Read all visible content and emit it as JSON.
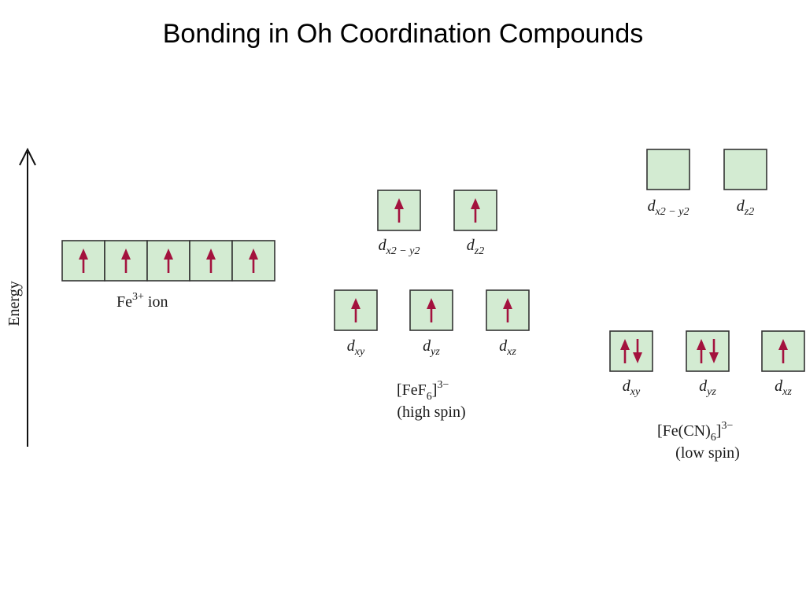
{
  "title": "Bonding in Oh Coordination Compounds",
  "axis_label": "Energy",
  "colors": {
    "box_fill": "#d3ebd2",
    "box_stroke": "#333333",
    "electron": "#a3123e"
  },
  "free_ion": {
    "label_base": "Fe",
    "label_sup": "3+",
    "label_rest": " ion",
    "orbitals": [
      {
        "electrons": "up"
      },
      {
        "electrons": "up"
      },
      {
        "electrons": "up"
      },
      {
        "electrons": "up"
      },
      {
        "electrons": "up"
      }
    ]
  },
  "high_spin": {
    "formula": "[FeF6]3−",
    "formula_main": "[FeF",
    "formula_sub": "6",
    "formula_close": "]",
    "formula_sup": "3−",
    "spin_label": "(high spin)",
    "eg": [
      {
        "label": "d",
        "sub": "x2 − y2",
        "electrons": "up"
      },
      {
        "label": "d",
        "sub": "z2",
        "electrons": "up"
      }
    ],
    "t2g": [
      {
        "label": "d",
        "sub": "xy",
        "electrons": "up"
      },
      {
        "label": "d",
        "sub": "yz",
        "electrons": "up"
      },
      {
        "label": "d",
        "sub": "xz",
        "electrons": "up"
      }
    ]
  },
  "low_spin": {
    "formula": "[Fe(CN)6]3−",
    "formula_main": "[Fe(CN)",
    "formula_sub": "6",
    "formula_close": "]",
    "formula_sup": "3−",
    "spin_label": "(low spin)",
    "eg": [
      {
        "label": "d",
        "sub": "x2 − y2",
        "electrons": "none"
      },
      {
        "label": "d",
        "sub": "z2",
        "electrons": "none"
      }
    ],
    "t2g": [
      {
        "label": "d",
        "sub": "xy",
        "electrons": "pair"
      },
      {
        "label": "d",
        "sub": "yz",
        "electrons": "pair"
      },
      {
        "label": "d",
        "sub": "xz",
        "electrons": "up"
      }
    ]
  }
}
